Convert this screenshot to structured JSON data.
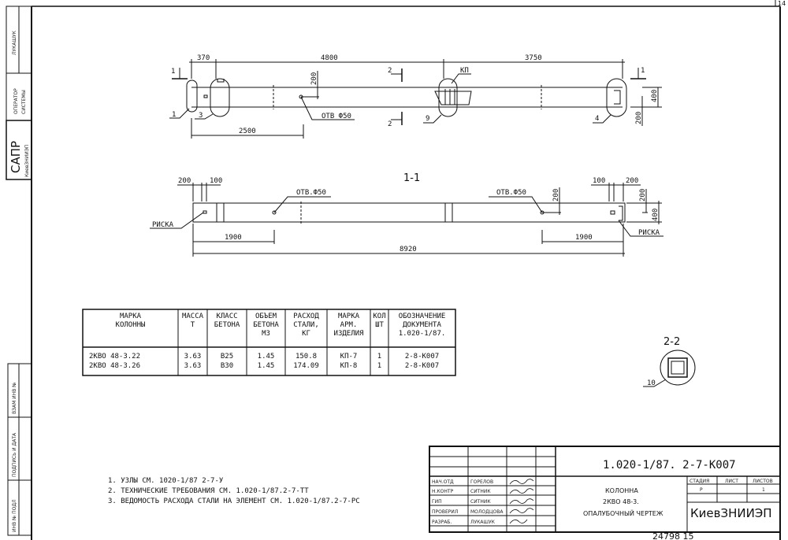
{
  "sheet_number": "14",
  "side_stamp": {
    "author": "ЛУКАШУК",
    "operator": "ОПЕРАТОР",
    "system": "СИСТЕМЫ",
    "sapr": "САПР",
    "org": "КиевЗНИИЭП",
    "inv_no_orig": "ИНВ № ПОДЛ",
    "sign_date": "ПОДПИСЬ И ДАТА",
    "replace_inv": "ВЗАМ ИНВ №"
  },
  "plan_view": {
    "dims": [
      "370",
      "4800",
      "3750",
      "2500",
      "200",
      "400",
      "200"
    ],
    "hole_label": "ОТВ Ф50",
    "kp_label": "КП",
    "callouts": [
      "1",
      "3",
      "9",
      "4"
    ],
    "section_marks": [
      "1",
      "1",
      "2",
      "2"
    ]
  },
  "section_1_1": {
    "title": "1-1",
    "dims_left": [
      "200",
      "100"
    ],
    "dims_right": [
      "100",
      "200"
    ],
    "side_dims": [
      "200",
      "200",
      "400"
    ],
    "hole_label_left": "ОТВ.Ф50",
    "hole_label_right": "ОТВ.Ф50",
    "mark_left": "РИСКА",
    "mark_right": "РИСКА",
    "dim_left_1900": "1900",
    "dim_right_1900": "1900",
    "total": "8920"
  },
  "section_2_2": {
    "title": "2-2",
    "callout": "10"
  },
  "spec_table": {
    "headers": [
      [
        "МАРКА",
        "КОЛОННЫ"
      ],
      [
        "МАССА",
        "Т"
      ],
      [
        "КЛАСС",
        "БЕТОНА"
      ],
      [
        "ОБЪЕМ",
        "БЕТОНА",
        "М3"
      ],
      [
        "РАСХОД",
        "СТАЛИ,",
        "КГ"
      ],
      [
        "МАРКА",
        "АРМ.",
        "ИЗДЕЛИЯ"
      ],
      [
        "КОЛ",
        "ШТ"
      ],
      [
        "ОБОЗНАЧЕНИЕ",
        "ДОКУМЕНТА",
        "1.020-1/87."
      ]
    ],
    "rows": [
      [
        "2КВО 48-3.22",
        "3.63",
        "В25",
        "1.45",
        "150.8",
        "КП-7",
        "1",
        "2-8-К007"
      ],
      [
        "2КВО 48-3.26",
        "3.63",
        "В30",
        "1.45",
        "174.09",
        "КП-8",
        "1",
        "2-8-К007"
      ]
    ]
  },
  "notes": [
    "1. УЗЛЫ СМ. 1020-1/87 2-7-У",
    "2. ТЕХНИЧЕСКИЕ ТРЕБОВАНИЯ СМ. 1.020-1/87.2-7-ТТ",
    "3. ВЕДОМОСТЬ РАСХОДА СТАЛИ НА ЭЛЕМЕНТ СМ. 1.020-1/87.2-7-РС"
  ],
  "title_block": {
    "doc_code": "1.020-1/87.  2-7-К007",
    "roles": [
      "НАЧ.ОТД",
      "Н.КОНТР",
      "ГИП",
      "ПРОВЕРИЛ",
      "РАЗРАБ."
    ],
    "names": [
      "ГОРЕЛОВ",
      "СИТНИК",
      "СИТНИК",
      "МОЛОДЦОВА",
      "ЛУКАШУК"
    ],
    "title_lines": [
      "КОЛОННА",
      "2КВО 48-3.",
      "ОПАЛУБОЧНЫЙ ЧЕРТЕЖ"
    ],
    "stage_label": "СТАДИЯ",
    "sheet_label": "ЛИСТ",
    "sheets_label": "ЛИСТОВ",
    "stage": "Р",
    "sheets": "1",
    "org": "КиевЗНИИЭП"
  },
  "archive_number": "24798  15"
}
